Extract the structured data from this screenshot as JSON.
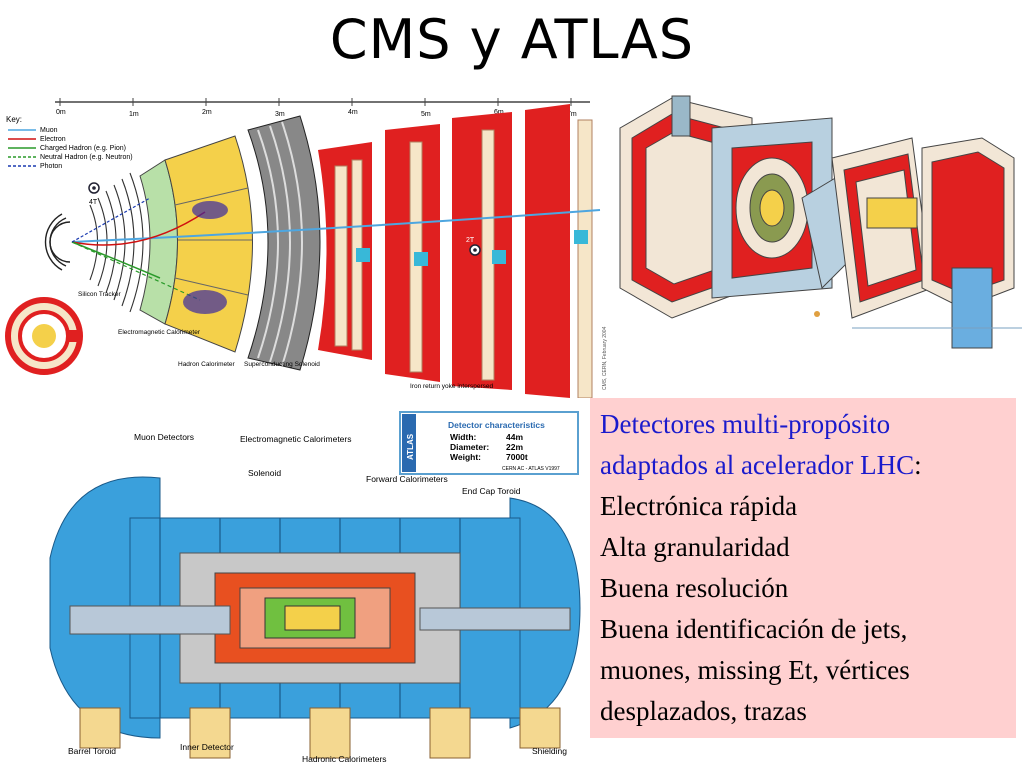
{
  "slide": {
    "title": "CMS y ATLAS"
  },
  "cms_slice": {
    "scale_labels": [
      "0m",
      "1m",
      "2m",
      "3m",
      "4m",
      "5m",
      "6m",
      "7m"
    ],
    "key_title": "Key:",
    "key_items": [
      {
        "label": "Muon",
        "color": "#4da6e0"
      },
      {
        "label": "Electron",
        "color": "#d01010"
      },
      {
        "label": "Charged Hadron (e.g. Pion)",
        "color": "#2a9a2a"
      },
      {
        "label": "Neutral Hadron (e.g. Neutron)",
        "color": "#2a9a2a"
      },
      {
        "label": "Photon",
        "color": "#1a3ab0"
      }
    ],
    "field_inner": "4T",
    "field_outer": "2T",
    "labels": {
      "tracker": "Silicon Tracker",
      "ecal": "Electromagnetic Calorimeter",
      "hcal": "Hadron Calorimeter",
      "solenoid": "Superconducting Solenoid",
      "yoke": "Iron return yoke interspersed"
    },
    "credit": "CMS, CERN, February 2004"
  },
  "atlas": {
    "labels": {
      "muon": "Muon Detectors",
      "em": "Electromagnetic Calorimeters",
      "solenoid": "Solenoid",
      "forward": "Forward Calorimeters",
      "endcap": "End Cap Toroid",
      "barrel": "Barrel Toroid",
      "inner": "Inner Detector",
      "hadronic": "Hadronic Calorimeters",
      "shielding": "Shielding"
    },
    "card": {
      "logo": "ATLAS",
      "heading": "Detector characteristics",
      "rows": [
        {
          "k": "Width:",
          "v": "44m"
        },
        {
          "k": "Diameter:",
          "v": "22m"
        },
        {
          "k": "Weight:",
          "v": "7000t"
        }
      ],
      "credit": "CERN AC - ATLAS V1997"
    }
  },
  "textbox": {
    "line1": "Detectores multi-propósito",
    "line2": "adaptados al acelerador LHC",
    "colon": ":",
    "lines": [
      "Electrónica rápida",
      "Alta granularidad",
      "Buena resolución",
      "Buena identificación de jets,",
      "muones, missing Et, vértices",
      "desplazados, trazas"
    ]
  },
  "colors": {
    "title": "#000000",
    "textbox_bg": "#ffd0d0",
    "accent_text": "#1a1acc",
    "cms_red": "#e02020",
    "atlas_blue": "#3aa0dc"
  }
}
